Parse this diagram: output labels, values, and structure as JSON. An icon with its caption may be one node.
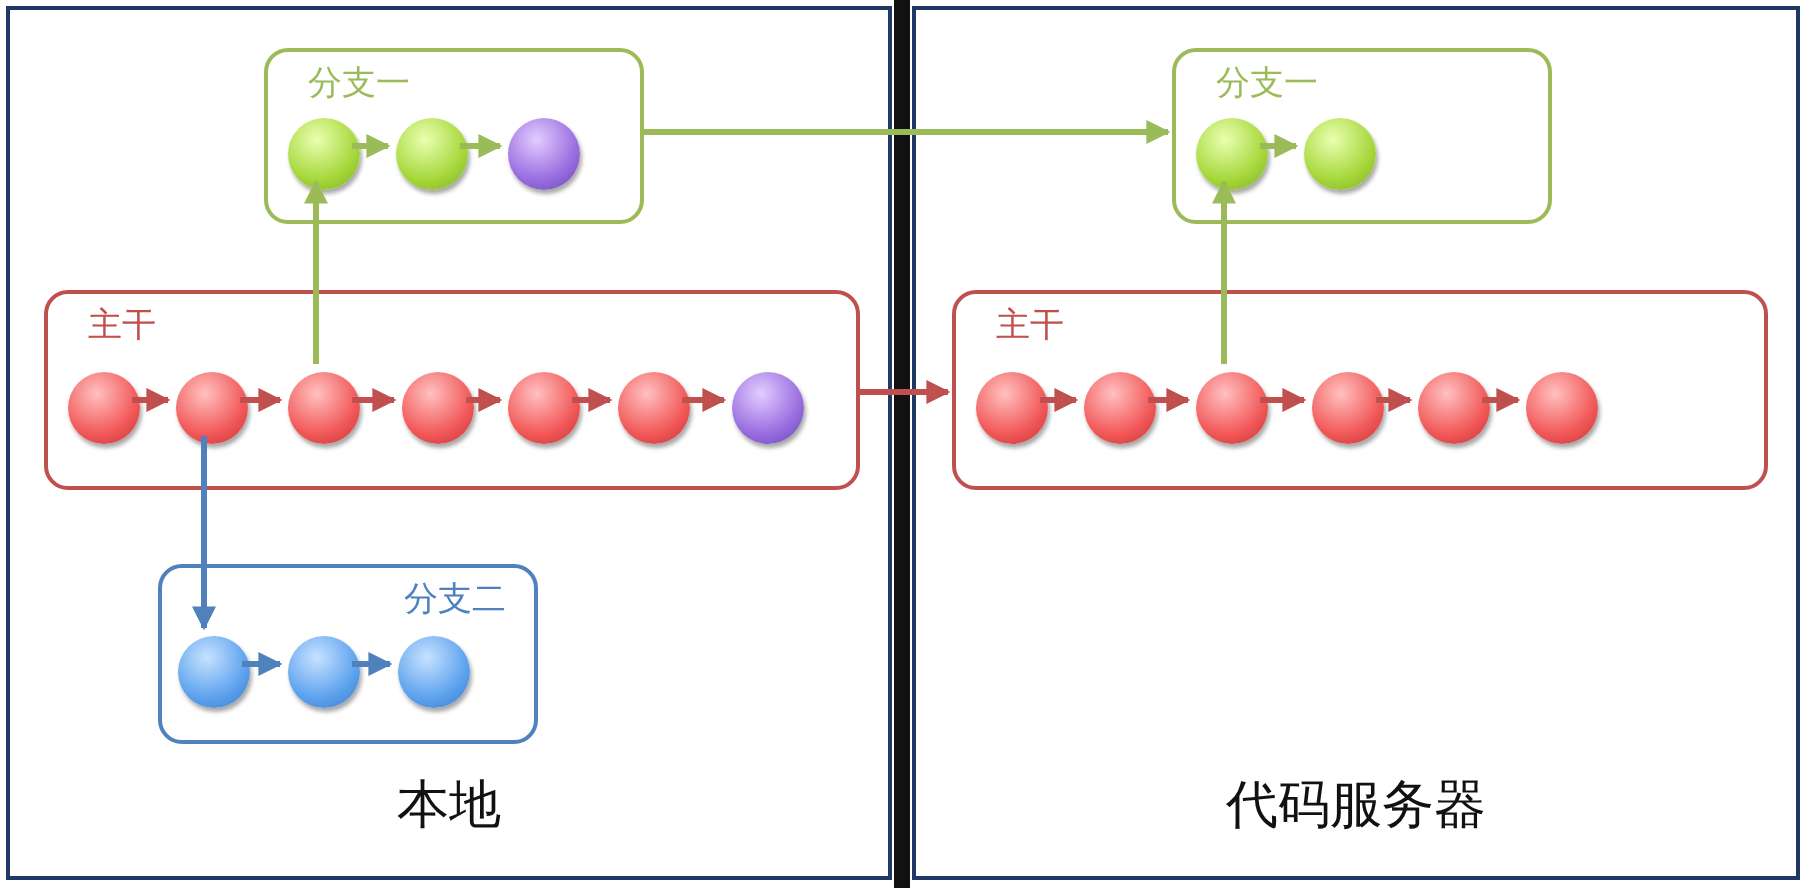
{
  "diagram": {
    "nodes": [
      {
        "text": [
          "本地"
        ]
      },
      {
        "text": [
          "代码服务器"
        ]
      },
      {
        "text": [
          "分支一"
        ],
        "in": 0
      },
      {
        "text": [],
        "shape": "circle",
        "in": 2
      },
      {
        "text": [],
        "shape": "circle",
        "in": 2
      },
      {
        "text": [],
        "shape": "circle",
        "in": 2
      },
      {
        "text": [
          "主干"
        ],
        "in": 0
      },
      {
        "text": [],
        "shape": "circle",
        "in": 6
      },
      {
        "text": [],
        "shape": "circle",
        "in": 6
      },
      {
        "text": [],
        "shape": "circle",
        "in": 6
      },
      {
        "text": [],
        "shape": "circle",
        "in": 6
      },
      {
        "text": [],
        "shape": "circle",
        "in": 6
      },
      {
        "text": [],
        "shape": "circle",
        "in": 6
      },
      {
        "text": [],
        "shape": "circle",
        "in": 6
      },
      {
        "text": [
          "分支二"
        ],
        "in": 0
      },
      {
        "text": [],
        "shape": "circle",
        "in": 14
      },
      {
        "text": [],
        "shape": "circle",
        "in": 14
      },
      {
        "text": [],
        "shape": "circle",
        "in": 14
      },
      {
        "text": [
          "分支一"
        ],
        "in": 1
      },
      {
        "text": [],
        "shape": "circle",
        "in": 18
      },
      {
        "text": [],
        "shape": "circle",
        "in": 18
      },
      {
        "text": [
          "主干"
        ],
        "in": 1
      },
      {
        "text": [],
        "shape": "circle",
        "in": 21
      },
      {
        "text": [],
        "shape": "circle",
        "in": 21
      },
      {
        "text": [],
        "shape": "circle",
        "in": 21
      },
      {
        "text": [],
        "shape": "circle",
        "in": 21
      },
      {
        "text": [],
        "shape": "circle",
        "in": 21
      },
      {
        "text": [],
        "shape": "circle",
        "in": 21
      }
    ],
    "edges": [
      {
        "from": 3,
        "to": 4,
        "arrow": "to",
        "color": "#9bbb59"
      },
      {
        "from": 4,
        "to": 5,
        "arrow": "to",
        "color": "#9bbb59"
      },
      {
        "from": 7,
        "to": 8,
        "arrow": "to"
      },
      {
        "from": 8,
        "to": 9,
        "arrow": "to"
      },
      {
        "from": 9,
        "to": 10,
        "arrow": "to"
      },
      {
        "from": 10,
        "to": 11,
        "arrow": "to"
      },
      {
        "from": 11,
        "to": 12,
        "arrow": "to"
      },
      {
        "from": 12,
        "to": 13,
        "arrow": "to"
      },
      {
        "from": 9,
        "to": 3,
        "arrow": "to",
        "color": "#9bbb59"
      },
      {
        "from": 8,
        "to": 15,
        "arrow": "to",
        "color": "#4f81bd"
      },
      {
        "from": 15,
        "to": 16,
        "arrow": "to",
        "color": "#4f81bd"
      },
      {
        "from": 16,
        "to": 17,
        "arrow": "to",
        "color": "#4f81bd"
      },
      {
        "from": 2,
        "to": 18,
        "arrow": "to",
        "color": "#9bbb59"
      },
      {
        "from": 6,
        "to": 21,
        "arrow": "to"
      },
      {
        "from": 19,
        "to": 20,
        "arrow": "to",
        "color": "#9bbb59"
      },
      {
        "from": 22,
        "to": 23,
        "arrow": "to"
      },
      {
        "from": 23,
        "to": 24,
        "arrow": "to"
      },
      {
        "from": 24,
        "to": 25,
        "arrow": "to"
      },
      {
        "from": 25,
        "to": 26,
        "arrow": "to"
      },
      {
        "from": 26,
        "to": 27,
        "arrow": "to"
      },
      {
        "from": 24,
        "to": 19,
        "arrow": "to",
        "color": "#9bbb59"
      }
    ]
  }
}
